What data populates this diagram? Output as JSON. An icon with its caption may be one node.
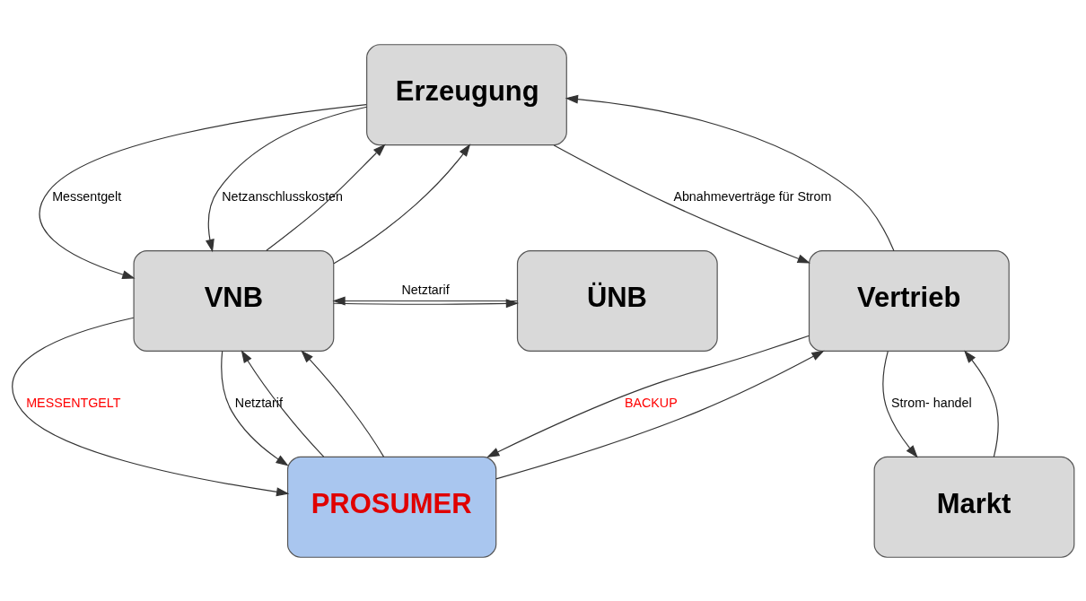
{
  "diagram": {
    "nodes": [
      {
        "text": [
          "Erzeugung"
        ]
      },
      {
        "text": [
          "ÜNB"
        ]
      },
      {
        "text": [
          "VNB"
        ]
      },
      {
        "text": [
          "Vertrieb"
        ]
      },
      {
        "text": [
          "PROSUMER"
        ]
      },
      {
        "text": [
          "Markt"
        ]
      }
    ],
    "edges": [
      {
        "from": 0,
        "to": 3,
        "arrow": "to",
        "label": "Abnahmeverträge für Strom"
      },
      {
        "from": 3,
        "to": 0,
        "arrow": "to"
      },
      {
        "from": 0,
        "to": 2,
        "arrow": "to",
        "label": "Messentgelt"
      },
      {
        "from": 2,
        "to": 0,
        "arrow": "to"
      },
      {
        "from": 0,
        "to": 2,
        "arrow": "to",
        "label": "Netzanschlusskosten"
      },
      {
        "from": 2,
        "to": 0,
        "arrow": "to"
      },
      {
        "from": 1,
        "to": 2,
        "arrow": "to",
        "label": "Netztarif"
      },
      {
        "from": 2,
        "to": 1,
        "arrow": "to"
      },
      {
        "from": 2,
        "to": 4,
        "arrow": "to",
        "label": "MESSENTGELT"
      },
      {
        "from": 4,
        "to": 2,
        "arrow": "to"
      },
      {
        "from": 2,
        "to": 4,
        "arrow": "to",
        "label": "Netztarif"
      },
      {
        "from": 4,
        "to": 2,
        "arrow": "to"
      },
      {
        "from": 3,
        "to": 5,
        "arrow": "to",
        "label": "Strom- handel"
      },
      {
        "from": 5,
        "to": 3,
        "arrow": "to"
      },
      {
        "from": 3,
        "to": 4,
        "arrow": "to",
        "label": "BACKUP"
      },
      {
        "from": 4,
        "to": 3,
        "arrow": "to"
      }
    ]
  }
}
